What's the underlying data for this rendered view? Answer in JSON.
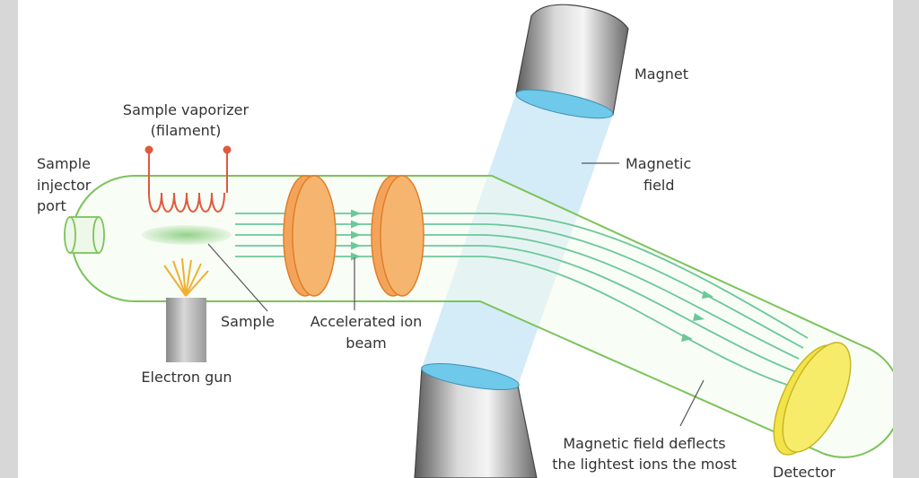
{
  "diagram": {
    "labels": {
      "magnet": "Magnet",
      "magnetic_field_line1": "Magnetic",
      "magnetic_field_line2": "field",
      "sample_vaporizer_line1": "Sample vaporizer",
      "sample_vaporizer_line2": "(filament)",
      "sample_injector_line1": "Sample",
      "sample_injector_line2": "injector",
      "sample_injector_line3": "port",
      "sample": "Sample",
      "accelerated_ion_beam_line1": "Accelerated ion",
      "accelerated_ion_beam_line2": "beam",
      "electron_gun": "Electron gun",
      "deflection_line1": "Magnetic field deflects",
      "deflection_line2": "the lightest ions the most",
      "detector": "Detector"
    },
    "colors": {
      "background": "#d7d7d7",
      "panel": "#ffffff",
      "tube_outline": "#7cc35a",
      "tube_fill": "#f3fbef",
      "beam": "#6cc79a",
      "filament": "#e0593f",
      "electrode_plate": "#f4a45a",
      "electrode_outline": "#e07e28",
      "magnetic_field": "#cde7f7",
      "magnet_face": "#6ec9ea",
      "magnet_body": "#8e8e8e",
      "detector": "#f3e34a",
      "sample_cloud": "#8fcf84",
      "electron_sparks": "#f0b030"
    }
  }
}
